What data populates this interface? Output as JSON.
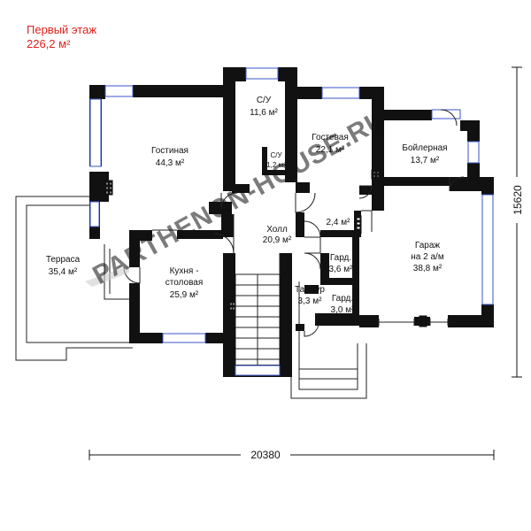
{
  "header": {
    "title": "Первый этаж",
    "area": "226,2 м²"
  },
  "rooms": [
    {
      "id": "su-main",
      "name": "С/У",
      "area": "11,6 м²"
    },
    {
      "id": "su-small",
      "name": "С/У",
      "area": "1,2 м²"
    },
    {
      "id": "gostinaya",
      "name": "Гостиная",
      "area": "44,3 м²"
    },
    {
      "id": "gostevaya",
      "name": "Гостевая",
      "area": "22,1 м²"
    },
    {
      "id": "boylernaya",
      "name": "Бойлерная",
      "area": "13,7 м²"
    },
    {
      "id": "kholl",
      "name": "Холл",
      "area": "20,9 м²"
    },
    {
      "id": "closet-24",
      "name": "",
      "area": "2,4 м²"
    },
    {
      "id": "terrasa",
      "name": "Терраса",
      "area": "35,4 м²"
    },
    {
      "id": "kukhnya",
      "name": "Кухня - столовая",
      "name_line1": "Кухня -",
      "name_line2": "столовая",
      "area": "25,9 м²"
    },
    {
      "id": "gard-36",
      "name": "Гард.",
      "area": "3,6 м²"
    },
    {
      "id": "tambur",
      "name": "Тамбур",
      "area": "3,3 м²"
    },
    {
      "id": "gard-30",
      "name": "Гард.",
      "area": "3,0 м²"
    },
    {
      "id": "garazh",
      "name": "Гараж на 2 а/м",
      "name_line1": "Гараж",
      "name_line2": "на 2 а/м",
      "area": "38,8 м²"
    }
  ],
  "dimensions": {
    "width": "20380",
    "depth": "15620"
  },
  "watermark": "PARTHENON-HOUSE.RU",
  "colors": {
    "wall": "#111111",
    "window": "#3a56c8",
    "title": "#e0201c",
    "watermark": "#c9c9c9"
  }
}
